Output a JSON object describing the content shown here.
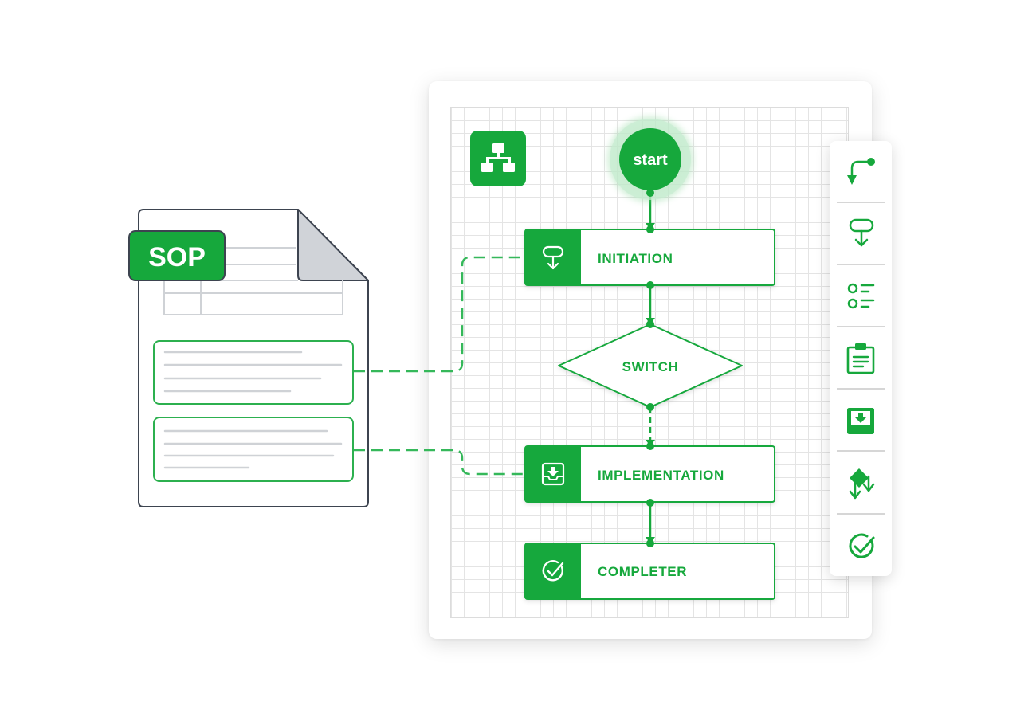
{
  "document": {
    "badge": "SOP"
  },
  "flow": {
    "start": "start",
    "initiation": "INITIATION",
    "switch": "SWITCH",
    "implementation": "IMPLEMENTATION",
    "completer": "COMPLETER"
  },
  "palette": {
    "tools": [
      "route-arrow-icon",
      "milestone-icon",
      "option-list-icon",
      "clipboard-icon",
      "inbox-download-icon",
      "diamond-branch-icon",
      "check-circle-icon"
    ]
  },
  "colors": {
    "accent": "#16a83c",
    "accent_light": "#b9e8c4",
    "doc_outline": "#3d4450",
    "doc_fold": "#d0d3d8",
    "doc_lines": "#cfd2d6",
    "grid": "#e4e4e4"
  }
}
